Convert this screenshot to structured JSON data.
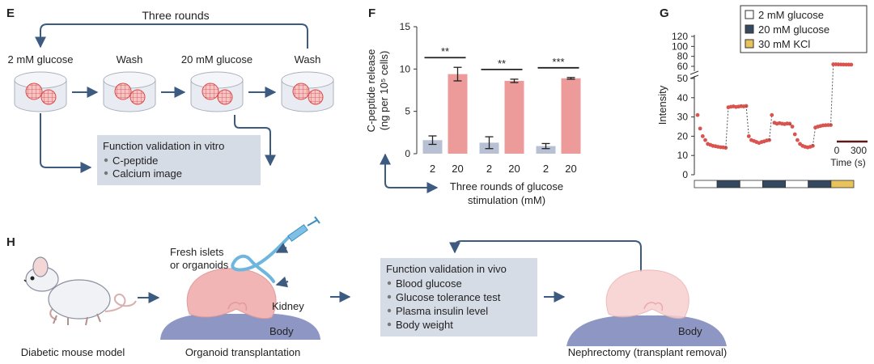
{
  "panels": {
    "E": "E",
    "F": "F",
    "G": "G",
    "H": "H"
  },
  "panel_e": {
    "loop_label": "Three rounds",
    "steps": [
      "2 mM glucose",
      "Wash",
      "20 mM glucose",
      "Wash"
    ],
    "box_title": "Function validation in vitro",
    "box_items": [
      "C-peptide",
      "Calcium image"
    ]
  },
  "panel_f": {
    "ylabel_line1": "C-peptide release",
    "ylabel_line2": "(ng per 10⁵ cells)",
    "xlabel_line1": "Three rounds of glucose",
    "xlabel_line2": "stimulation (mM)"
  },
  "panel_g": {
    "legend": [
      {
        "label": "2 mM glucose",
        "color": "#ffffff"
      },
      {
        "label": "20 mM glucose",
        "color": "#34485f"
      },
      {
        "label": "30 mM KCl",
        "color": "#e8c25a"
      }
    ],
    "ylabel": "Intensity",
    "scalebar_ticks": [
      "0",
      "300"
    ],
    "scalebar_label": "Time (s)",
    "condition_sequence": [
      "2 mM glucose",
      "20 mM glucose",
      "2 mM glucose",
      "20 mM glucose",
      "2 mM glucose",
      "20 mM glucose",
      "30 mM KCl"
    ]
  },
  "panel_h": {
    "captions": [
      "Diabetic mouse model",
      "Organoid transplantation",
      "Nephrectomy (transplant removal)"
    ],
    "source_label_1": "Fresh islets",
    "source_label_2": "or organoids",
    "kidney_label": "Kidney",
    "body_label_1": "Body",
    "body_label_2": "Body",
    "box_title": "Function validation in vivo",
    "box_items": [
      "Blood glucose",
      "Glucose tolerance test",
      "Plasma insulin level",
      "Body weight"
    ]
  },
  "colors": {
    "arrow": "#3d5a80",
    "box_fill": "#d6dce6",
    "bar_2mM": "#b8c0d4",
    "bar_20mM": "#ec9a9a",
    "trace": "#d9534f",
    "body": "#8e97c4",
    "kidney": "#f2b5b5",
    "organoid": "#e05a5a"
  },
  "chart_data": [
    {
      "type": "bar",
      "panel": "F",
      "categories": [
        "2",
        "20",
        "2",
        "20",
        "2",
        "20"
      ],
      "values": [
        1.6,
        9.4,
        1.3,
        8.6,
        0.9,
        8.9
      ],
      "errors": [
        0.5,
        0.8,
        0.7,
        0.2,
        0.3,
        0.1
      ],
      "significance": [
        "**",
        "**",
        "***"
      ],
      "yticks": [
        "0",
        "5",
        "10",
        "15"
      ],
      "ylim": [
        0,
        15
      ],
      "xlabel": "Three rounds of glucose stimulation (mM)",
      "ylabel": "C-peptide release (ng per 10⁵ cells)"
    },
    {
      "type": "scatter",
      "panel": "G",
      "ylabel": "Intensity",
      "yticks_lower": [
        "0",
        "10",
        "20",
        "30",
        "40",
        "50"
      ],
      "yticks_upper": [
        "60",
        "80",
        "100",
        "120"
      ],
      "axis_break": true,
      "segments": [
        [
          31,
          24,
          20,
          18,
          16,
          15.5,
          15,
          14.8,
          14.5,
          14.3,
          14.2,
          14
        ],
        [
          35,
          35.3,
          35.5,
          35.2,
          35.4,
          35.6,
          35.5,
          35.7
        ],
        [
          20,
          18,
          17.5,
          17,
          16.5,
          17,
          17.3,
          17.8,
          18
        ],
        [
          31,
          27,
          26.5,
          26.8,
          26.5,
          26.3,
          26.6,
          26.5
        ],
        [
          25,
          21,
          18,
          16,
          15,
          14.5,
          14.2,
          14.5,
          15
        ],
        [
          24.5,
          25,
          25.3,
          25.6,
          25.7,
          25.8,
          25.8
        ],
        [
          64,
          64,
          63.8,
          63.7,
          63.6,
          63.5,
          63.5,
          63.4
        ]
      ]
    }
  ]
}
